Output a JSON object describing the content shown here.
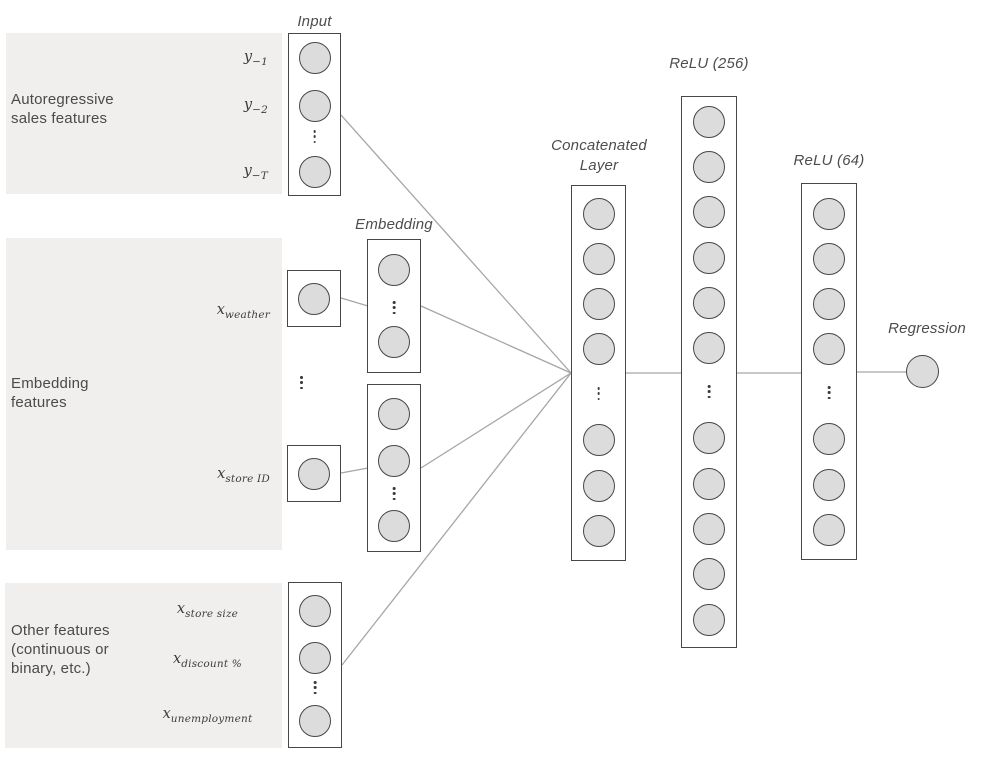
{
  "colors": {
    "panel": "#f0efee",
    "node_fill": "#dcdcdc",
    "node_stroke": "#474747",
    "connector": "#a6a6a6",
    "text": "#4a4a4a"
  },
  "groups": {
    "autoregressive": {
      "label_lines": [
        "Autoregressive",
        "sales features"
      ],
      "features": [
        {
          "base": "y",
          "sub": "−1"
        },
        {
          "base": "y",
          "sub": "−2"
        },
        {
          "base": "y",
          "sub": "−T"
        }
      ]
    },
    "embedding": {
      "label_lines": [
        "Embedding",
        "features"
      ],
      "features": [
        {
          "base": "x",
          "sub": "weather"
        },
        {
          "base": "x",
          "sub": "store ID"
        }
      ]
    },
    "other": {
      "label_lines": [
        "Other features",
        "(continuous or",
        "binary, etc.)"
      ],
      "features": [
        {
          "base": "x",
          "sub": "store size"
        },
        {
          "base": "x",
          "sub": "discount %"
        },
        {
          "base": "x",
          "sub": "unemployment"
        }
      ]
    }
  },
  "layers": {
    "input": {
      "title": "Input",
      "nodes": [
        "c",
        "c",
        "d",
        "c"
      ]
    },
    "weather_in": {
      "nodes": [
        "c"
      ]
    },
    "storeid_in": {
      "nodes": [
        "c"
      ]
    },
    "other_in": {
      "nodes": [
        "c",
        "c",
        "d",
        "c"
      ]
    },
    "embedding_title": "Embedding",
    "emb1": {
      "nodes": [
        "c",
        "d",
        "c"
      ]
    },
    "emb2": {
      "nodes": [
        "c",
        "c",
        "d",
        "c"
      ]
    },
    "concat": {
      "title_lines": [
        "Concatenated",
        "Layer"
      ],
      "nodes": [
        "c",
        "c",
        "c",
        "c",
        "d",
        "c",
        "c",
        "c"
      ]
    },
    "relu256": {
      "title": "ReLU (256)",
      "nodes": [
        "c",
        "c",
        "c",
        "c",
        "c",
        "c",
        "d",
        "c",
        "c",
        "c",
        "c",
        "c"
      ]
    },
    "relu64": {
      "title": "ReLU (64)",
      "nodes": [
        "c",
        "c",
        "c",
        "c",
        "d",
        "c",
        "c",
        "c"
      ]
    }
  },
  "output": {
    "label": "Regression"
  }
}
